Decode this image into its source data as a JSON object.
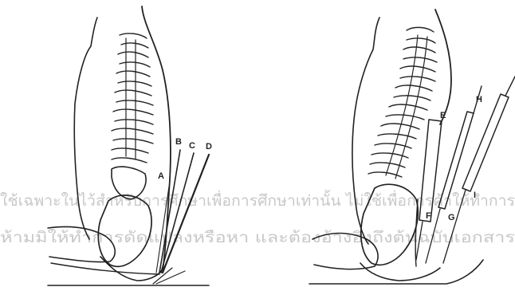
{
  "colors": {
    "ink": "#222222",
    "paper": "#ffffff",
    "watermark": "#c8c8c8"
  },
  "left_figure": {
    "labels": [
      "A",
      "B",
      "C",
      "D"
    ]
  },
  "right_figure": {
    "labels": [
      "E",
      "H",
      "F",
      "G",
      "I"
    ]
  },
  "watermark": {
    "line1": "ใช้เฉพาะในไว้สำหรับการศึกษาเพื่อการศึกษาเท่านั้น ไม่ใช้เพื่อการค้าให้ทำการ",
    "line2": "ห้ามมิให้ทำการดัดแปลงหรือหา และต้องอ้างอิงถึงต้นฉบับเอกสาร"
  }
}
